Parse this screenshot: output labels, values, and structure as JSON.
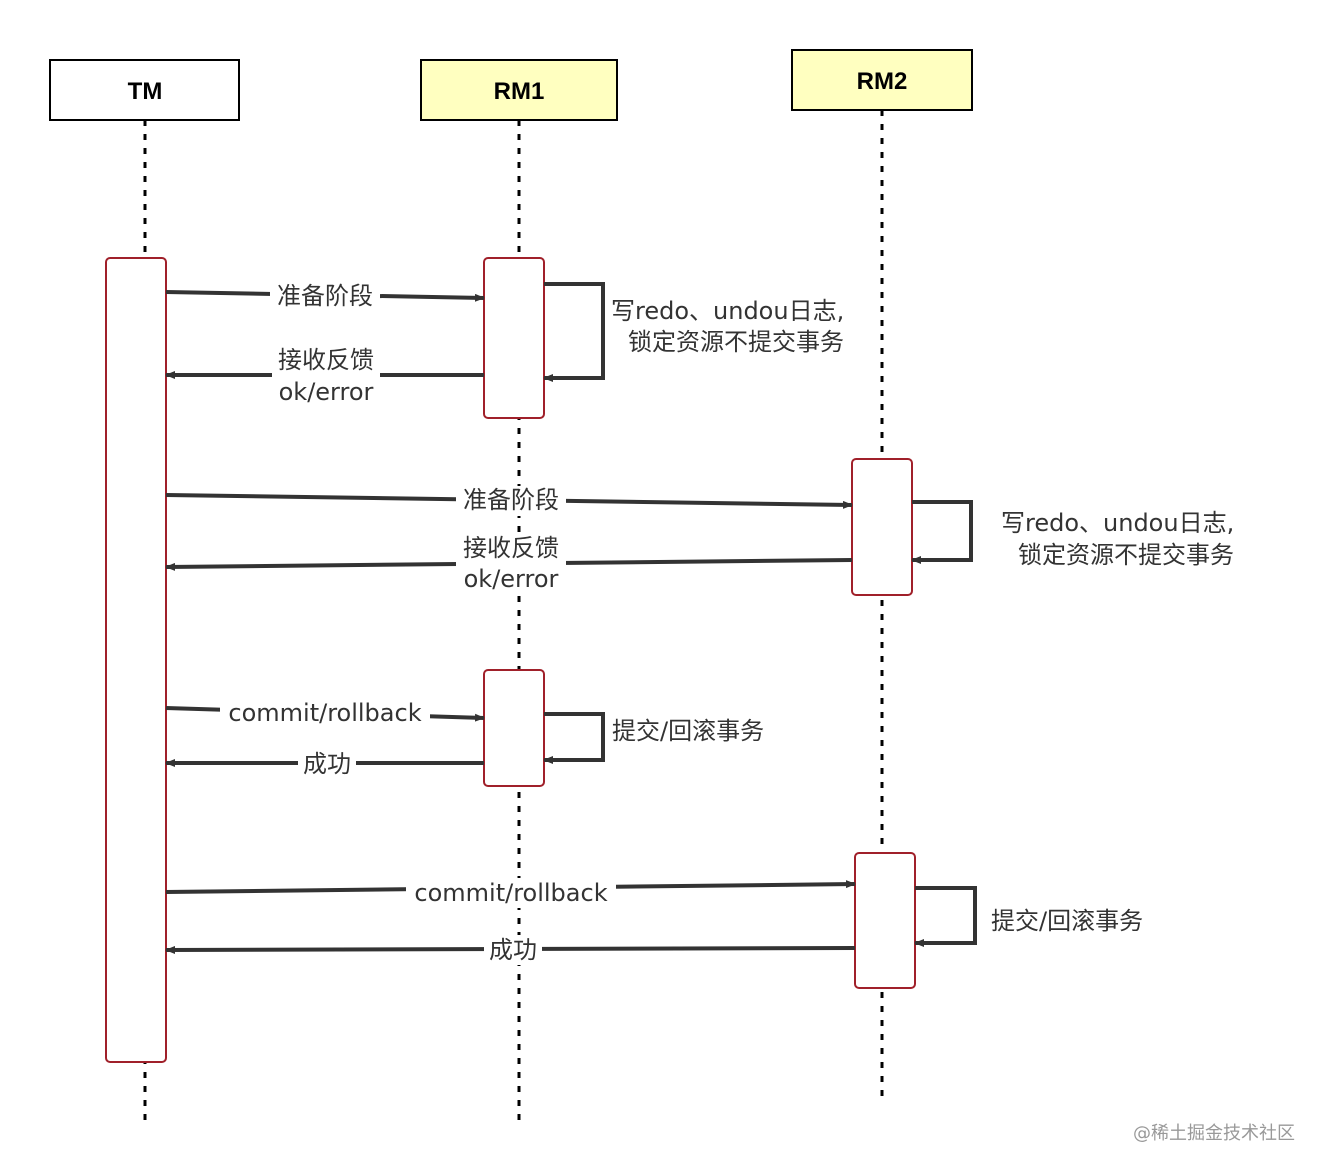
{
  "participants": {
    "tm": {
      "label": "TM",
      "fill": "#ffffff"
    },
    "rm1": {
      "label": "RM1",
      "fill": "#ffffc0"
    },
    "rm2": {
      "label": "RM2",
      "fill": "#ffffc0"
    }
  },
  "messages": {
    "prepare_rm1": "准备阶段",
    "feedback_rm1_line1": "接收反馈",
    "feedback_rm1_line2": "ok/error",
    "prepare_rm2": "准备阶段",
    "feedback_rm2_line1": "接收反馈",
    "feedback_rm2_line2": "ok/error",
    "commit_rm1": "commit/rollback",
    "success_rm1": "成功",
    "commit_rm2": "commit/rollback",
    "success_rm2": "成功"
  },
  "notes": {
    "rm1_prepare_line1": "写redo、undou日志,",
    "rm1_prepare_line2": "锁定资源不提交事务",
    "rm2_prepare_line1": "写redo、undou日志,",
    "rm2_prepare_line2": "锁定资源不提交事务",
    "rm1_commit": "提交/回滚事务",
    "rm2_commit": "提交/回滚事务"
  },
  "watermark": "@稀土掘金技术社区",
  "colors": {
    "activation_border": "#a0202a",
    "arrow": "#333333",
    "lifeline": "#000000"
  }
}
